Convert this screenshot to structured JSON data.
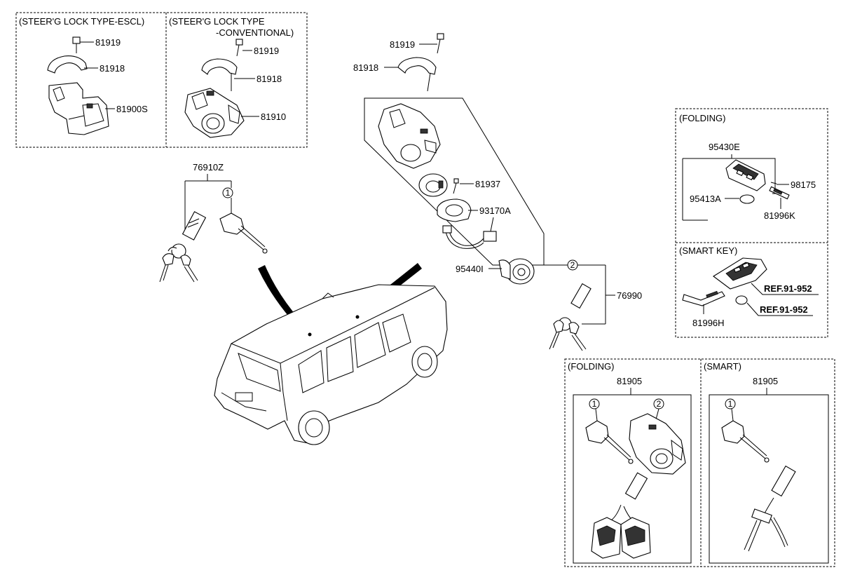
{
  "boxes": {
    "escl_title": "(STEER'G LOCK TYPE-ESCL)",
    "conventional_title_1": "(STEER'G LOCK TYPE",
    "conventional_title_2": "-CONVENTIONAL)",
    "folding_top_title": "(FOLDING)",
    "smart_key_title": "(SMART KEY)",
    "folding_bottom_title": "(FOLDING)",
    "smart_bottom_title": "(SMART)"
  },
  "parts": {
    "p81919_escl": "81919",
    "p81918_escl": "81918",
    "p81900S": "81900S",
    "p81919_conv": "81919",
    "p81918_conv": "81918",
    "p81910": "81910",
    "p76910Z": "76910Z",
    "p81919_main": "81919",
    "p81918_main": "81918",
    "p81937": "81937",
    "p93170A": "93170A",
    "p95440I": "95440I",
    "p76990": "76990",
    "p95430E": "95430E",
    "p98175": "98175",
    "p95413A": "95413A",
    "p81996K": "81996K",
    "ref1": "REF.91-952",
    "ref2": "REF.91-952",
    "p81996H": "81996H",
    "p81905_folding": "81905",
    "p81905_smart": "81905"
  },
  "callouts": {
    "c1_a": "1",
    "c2_a": "2",
    "c1_b": "1",
    "c2_b": "2",
    "c1_c": "1"
  }
}
